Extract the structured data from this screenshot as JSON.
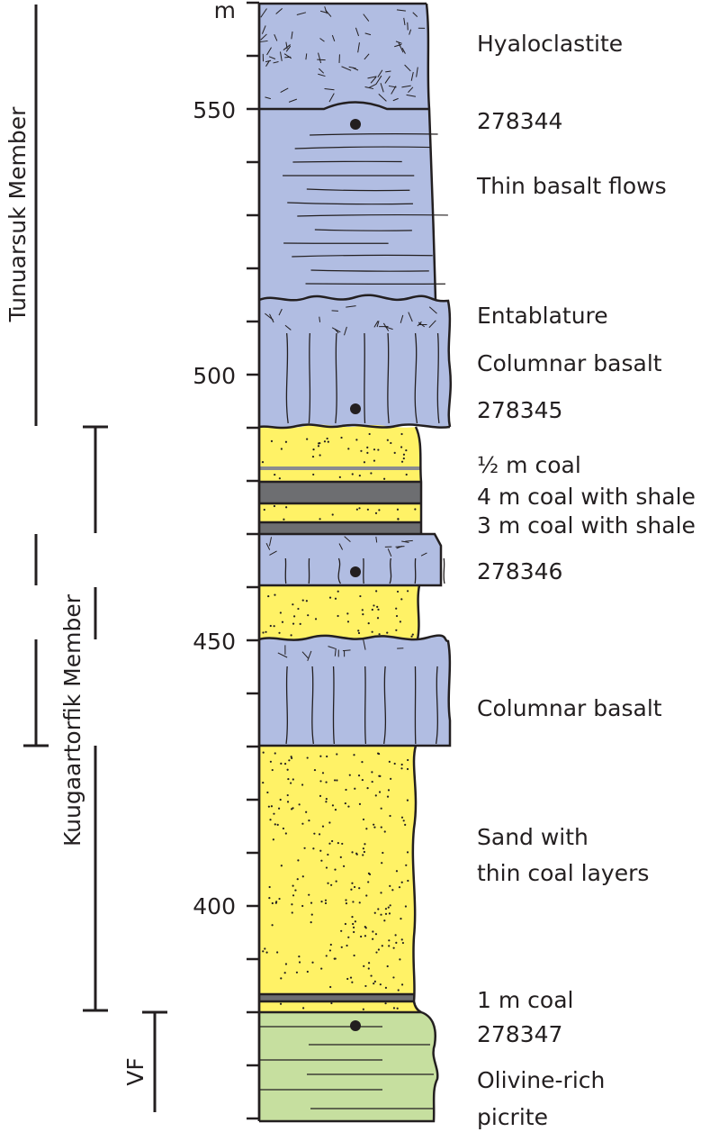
{
  "axis": {
    "unit": "m",
    "labels": [
      "550",
      "500",
      "450",
      "400"
    ],
    "label_values_m": [
      550,
      500,
      450,
      400
    ]
  },
  "members": {
    "tunuarsuk": "Tunuarsuk Member",
    "kuugaartorfik": "Kuugaartorfik Member",
    "vf": "VF"
  },
  "layer_labels": {
    "hyaloclastite": "Hyaloclastite",
    "sample_278344": "278344",
    "thin_basalt_flows": "Thin basalt flows",
    "entablature": "Entablature",
    "columnar_basalt_1": "Columnar basalt",
    "sample_278345": "278345",
    "half_m_coal": "½ m coal",
    "coal_4m": "4 m coal with shale",
    "coal_3m": "3 m coal with shale",
    "sample_278346": "278346",
    "columnar_basalt_2": "Columnar basalt",
    "sand_line1": "Sand with",
    "sand_line2": "thin coal layers",
    "coal_1m": "1 m coal",
    "sample_278347": "278347",
    "picrite_line1": "Olivine-rich",
    "picrite_line2": "picrite"
  },
  "colors": {
    "basalt": "#b1bde2",
    "sand": "#fff266",
    "coal": "#6d6e71",
    "picrite": "#c6df9f",
    "ink": "#231f20"
  }
}
